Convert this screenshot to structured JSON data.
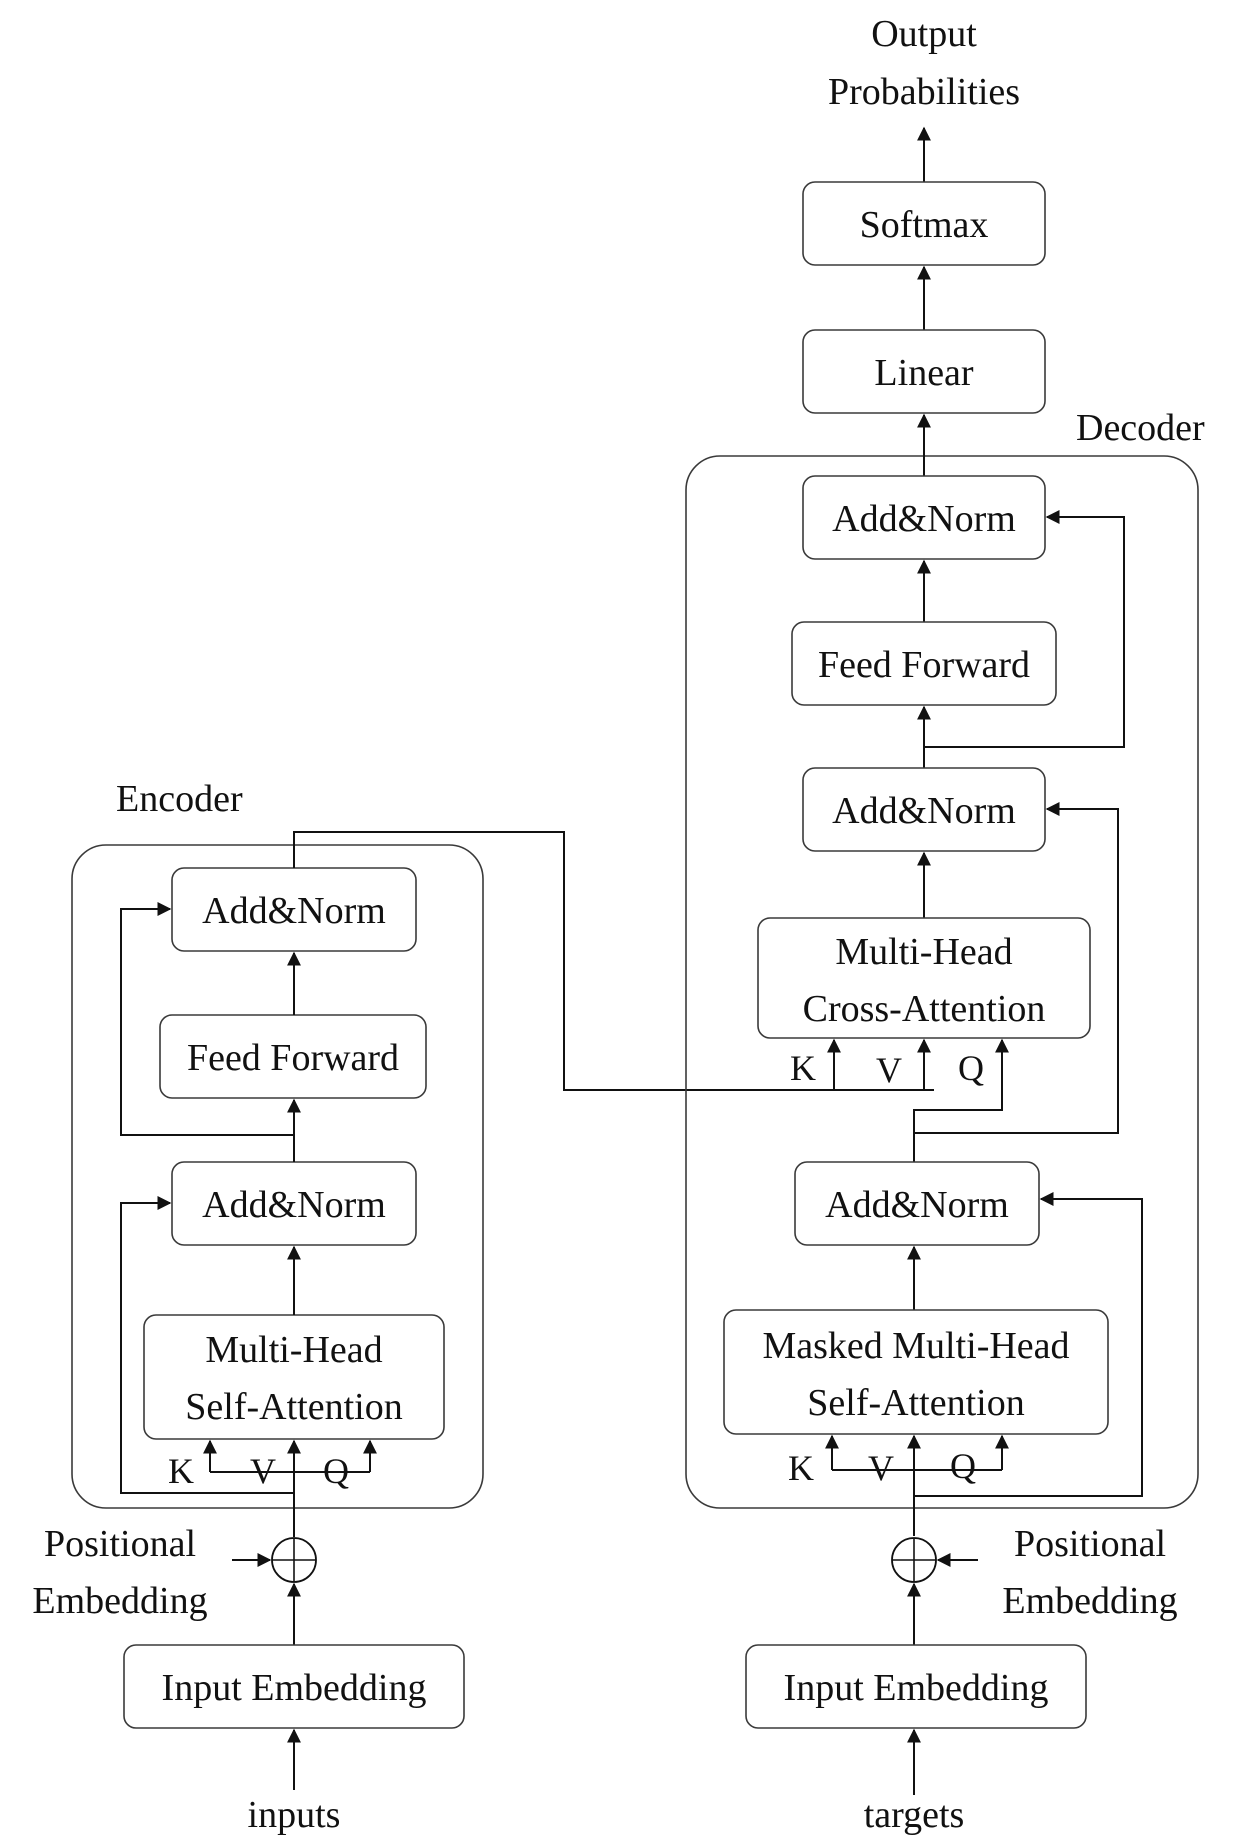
{
  "title": {
    "output_line1": "Output",
    "output_line2": "Probabilities"
  },
  "encoder": {
    "label": "Encoder",
    "add_norm_top": "Add&Norm",
    "feed_forward": "Feed Forward",
    "add_norm_bottom": "Add&Norm",
    "attention_line1": "Multi-Head",
    "attention_line2": "Self-Attention",
    "k": "K",
    "v": "V",
    "q": "Q",
    "positional_line1": "Positional",
    "positional_line2": "Embedding",
    "input_embedding": "Input Embedding",
    "input_label": "inputs"
  },
  "decoder": {
    "label": "Decoder",
    "softmax": "Softmax",
    "linear": "Linear",
    "add_norm_top": "Add&Norm",
    "feed_forward": "Feed Forward",
    "add_norm_middle": "Add&Norm",
    "cross_line1": "Multi-Head",
    "cross_line2": "Cross-Attention",
    "cross_k": "K",
    "cross_v": "V",
    "cross_q": "Q",
    "add_norm_bottom": "Add&Norm",
    "masked_line1": "Masked Multi-Head",
    "masked_line2": "Self-Attention",
    "k": "K",
    "v": "V",
    "q": "Q",
    "positional_line1": "Positional",
    "positional_line2": "Embedding",
    "input_embedding": "Input Embedding",
    "input_label": "targets"
  }
}
